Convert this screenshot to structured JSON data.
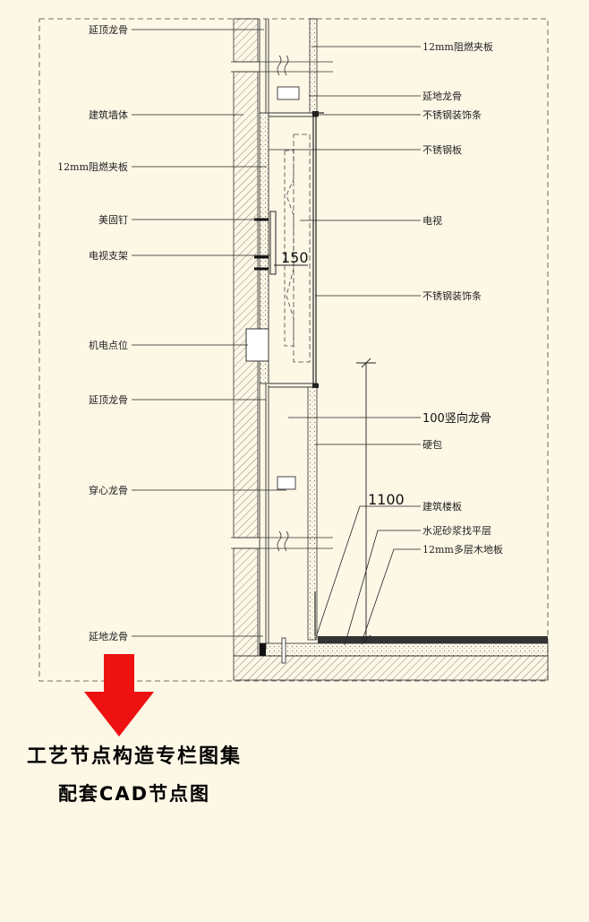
{
  "left_labels": [
    "延顶龙骨",
    "建筑墙体",
    "12mm阻燃夹板",
    "美固钉",
    "电视支架",
    "机电点位",
    "延顶龙骨",
    "穿心龙骨",
    "延地龙骨"
  ],
  "right_labels": [
    "12mm阻燃夹板",
    "延地龙骨",
    "不锈钢装饰条",
    "不锈钢板",
    "电视",
    "不锈钢装饰条",
    "100竖向龙骨",
    "硬包",
    "建筑楼板",
    "水泥砂浆找平层",
    "12mm多层木地板"
  ],
  "dimensions": {
    "d150": "150",
    "d1100": "1100"
  },
  "caption": {
    "line1": "工艺节点构造专栏图集",
    "line2": "配套CAD节点图"
  },
  "colors": {
    "background": "#fdf7e6",
    "arrow": "#ee1111",
    "line": "#222222"
  }
}
